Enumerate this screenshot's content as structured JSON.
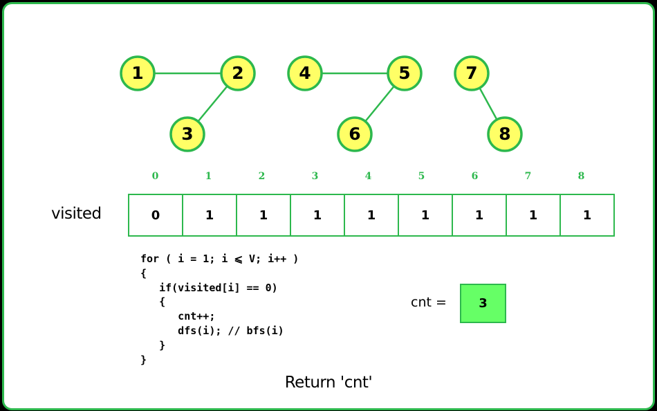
{
  "graph": {
    "nodes": [
      {
        "id": "1",
        "label": "1"
      },
      {
        "id": "2",
        "label": "2"
      },
      {
        "id": "3",
        "label": "3"
      },
      {
        "id": "4",
        "label": "4"
      },
      {
        "id": "5",
        "label": "5"
      },
      {
        "id": "6",
        "label": "6"
      },
      {
        "id": "7",
        "label": "7"
      },
      {
        "id": "8",
        "label": "8"
      }
    ],
    "edges": [
      [
        "1",
        "2"
      ],
      [
        "2",
        "3"
      ],
      [
        "4",
        "5"
      ],
      [
        "5",
        "6"
      ],
      [
        "7",
        "8"
      ]
    ],
    "node_fill": "#ffff66",
    "node_stroke": "#2db84d",
    "edge_color": "#2db84d"
  },
  "visited": {
    "label": "visited",
    "indices": [
      "0",
      "1",
      "2",
      "3",
      "4",
      "5",
      "6",
      "7",
      "8"
    ],
    "values": [
      "0",
      "1",
      "1",
      "1",
      "1",
      "1",
      "1",
      "1",
      "1"
    ],
    "index_color": "#2db84d",
    "border_color": "#2db84d"
  },
  "code": {
    "lines": [
      "for ( i = 1; i ⩽ V; i++ )",
      "{",
      "   if(visited[i] == 0)",
      "   {",
      "      cnt++;",
      "      dfs(i); // bfs(i)",
      "   }",
      "}"
    ]
  },
  "counter": {
    "label": "cnt =",
    "value": "3",
    "fill": "#66ff66"
  },
  "footer": {
    "text": "Return 'cnt'"
  },
  "frame": {
    "border_color": "#2db84d",
    "background": "#ffffff"
  }
}
